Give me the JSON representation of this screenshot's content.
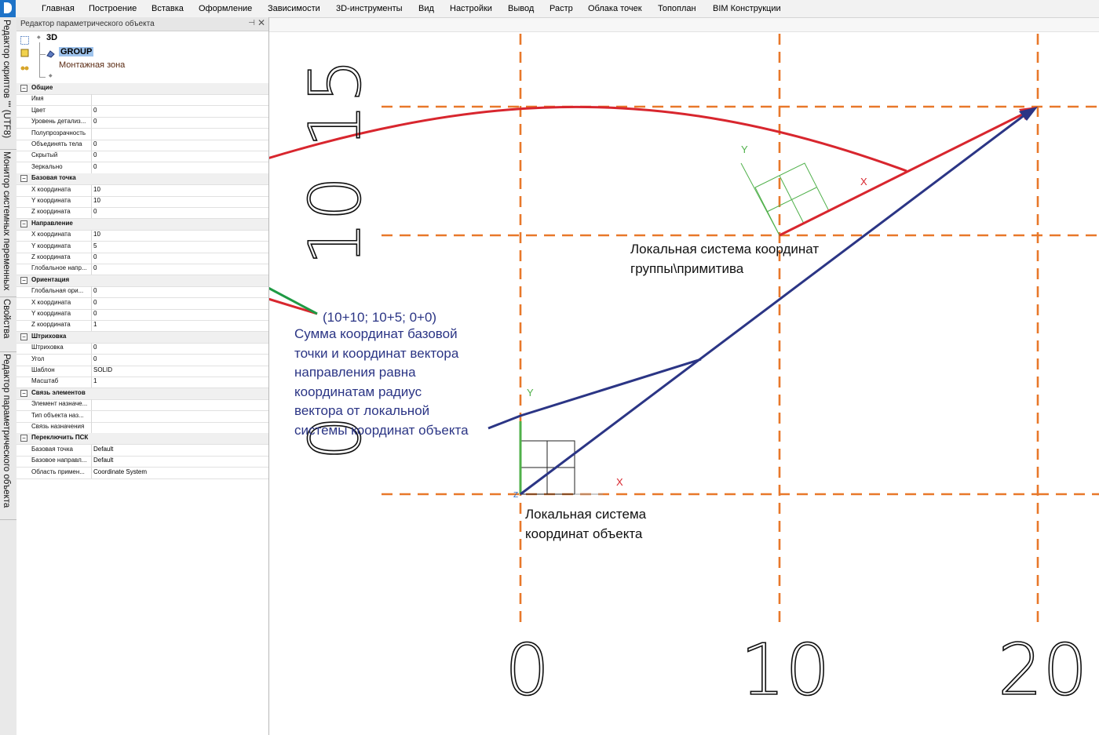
{
  "menu": [
    "Главная",
    "Построение",
    "Вставка",
    "Оформление",
    "Зависимости",
    "3D-инструменты",
    "Вид",
    "Настройки",
    "Вывод",
    "Растр",
    "Облака точек",
    "Топоплан",
    "BIM Конструкции"
  ],
  "side_tabs": [
    "Редактор скриптов \"\" (UTF8)",
    "Монитор системных переменных",
    "Свойства",
    "Редактор параметрического объекта"
  ],
  "panel": {
    "title": "Редактор параметрического объекта",
    "tree": {
      "root": "3D",
      "group": "GROUP",
      "child": "Монтажная зона"
    },
    "rows": [
      {
        "cat": true,
        "label": "Общие"
      },
      {
        "label": "Имя",
        "value": ""
      },
      {
        "label": "Цвет",
        "value": "0"
      },
      {
        "label": "Уровень детализ...",
        "value": "0"
      },
      {
        "label": "Полупрозрачность",
        "value": ""
      },
      {
        "label": "Объединять тела",
        "value": "0"
      },
      {
        "label": "Скрытый",
        "value": "0"
      },
      {
        "label": "Зеркально",
        "value": "0"
      },
      {
        "cat": true,
        "label": "Базовая точка"
      },
      {
        "label": "X координата",
        "value": "10"
      },
      {
        "label": "Y координата",
        "value": "10"
      },
      {
        "label": "Z координата",
        "value": "0"
      },
      {
        "cat": true,
        "label": "Направление"
      },
      {
        "label": "X координата",
        "value": "10"
      },
      {
        "label": "Y координата",
        "value": "5"
      },
      {
        "label": "Z координата",
        "value": "0"
      },
      {
        "label": "Глобальное напр...",
        "value": "0"
      },
      {
        "cat": true,
        "label": "Ориентация"
      },
      {
        "label": "Глобальная ори...",
        "value": "0"
      },
      {
        "label": "X координата",
        "value": "0"
      },
      {
        "label": "Y координата",
        "value": "0"
      },
      {
        "label": "Z координата",
        "value": "1"
      },
      {
        "cat": true,
        "label": "Штриховка"
      },
      {
        "label": "Штриховка",
        "value": "0"
      },
      {
        "label": "Угол",
        "value": "0"
      },
      {
        "label": "Шаблон",
        "value": "SOLID"
      },
      {
        "label": "Масштаб",
        "value": "1"
      },
      {
        "cat": true,
        "label": "Связь элементов"
      },
      {
        "label": "Элемент назначе...",
        "value": ""
      },
      {
        "label": "Тип объекта наз...",
        "value": ""
      },
      {
        "label": "Связь назначения",
        "value": ""
      },
      {
        "cat": true,
        "label": "Переключить ПСК"
      },
      {
        "label": "Базовая точка",
        "value": "Default"
      },
      {
        "label": "Базовое направл...",
        "value": "Default"
      },
      {
        "label": "Область примен...",
        "value": "Coordinate System"
      }
    ]
  },
  "canvas": {
    "grid_labels_x": [
      "0",
      "10",
      "20"
    ],
    "grid_labels_y": [
      "0",
      "10",
      "15"
    ],
    "formula": "(10+10; 10+5; 0+0)",
    "explanation": [
      "Сумма координат базовой",
      "точки и координат вектора",
      "направления равна",
      "координатам радиус",
      "вектора от локальной",
      "системы координат объекта"
    ],
    "local_group_label": [
      "Локальная система координат",
      "группы\\примитива"
    ],
    "local_object_label": [
      "Локальная система",
      "координат объекта"
    ],
    "axis_x": "X",
    "axis_y": "Y",
    "axis_z": "Z",
    "colors": {
      "grid": "#e8782a",
      "red": "#d8262e",
      "blue": "#2b3585",
      "green": "#1f9a44",
      "object_axes_green": "#4fb04a"
    }
  }
}
